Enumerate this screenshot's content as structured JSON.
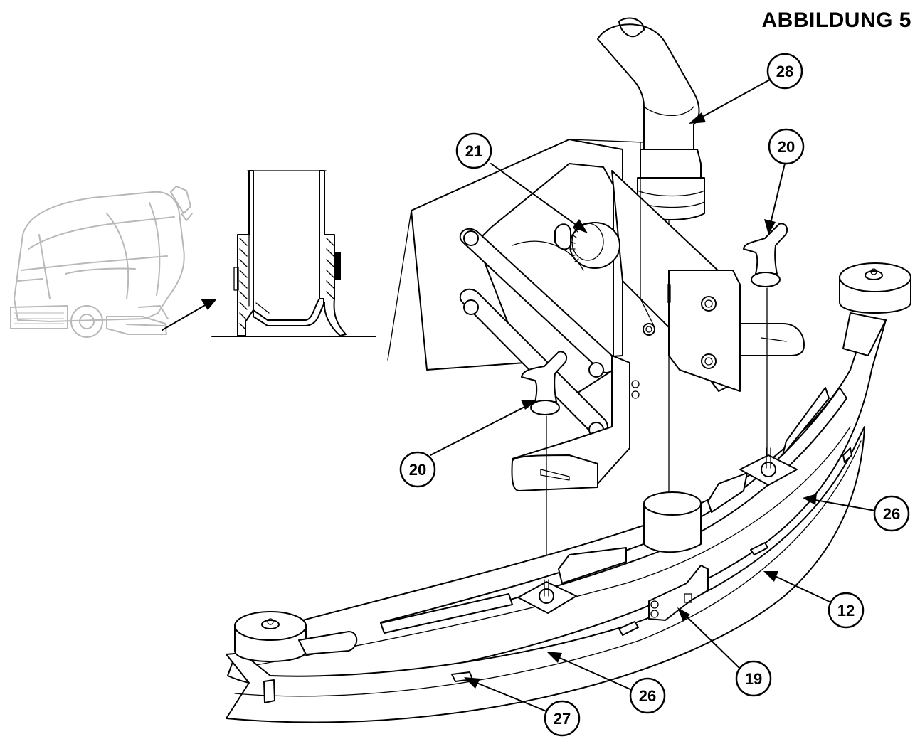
{
  "figure": {
    "title": "ABBILDUNG 5"
  },
  "callouts": [
    {
      "id": "c28",
      "label": "28"
    },
    {
      "id": "c21",
      "label": "21"
    },
    {
      "id": "c20a",
      "label": "20"
    },
    {
      "id": "c20b",
      "label": "20"
    },
    {
      "id": "c26a",
      "label": "26"
    },
    {
      "id": "c12",
      "label": "12"
    },
    {
      "id": "c19",
      "label": "19"
    },
    {
      "id": "c26b",
      "label": "26"
    },
    {
      "id": "c27",
      "label": "27"
    }
  ],
  "colors": {
    "ink": "#000000",
    "ghost_machine": "#b8b8b8",
    "background": "#ffffff"
  }
}
